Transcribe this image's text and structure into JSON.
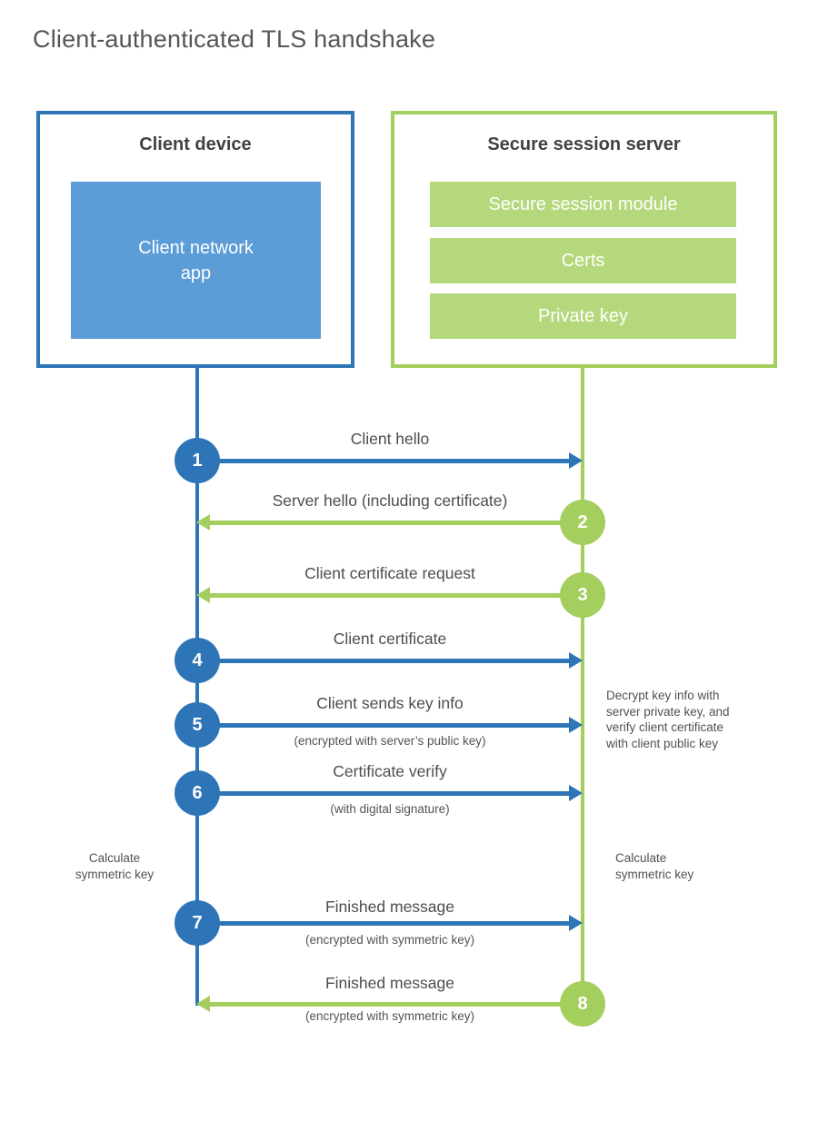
{
  "title": "Client-authenticated TLS handshake",
  "colors": {
    "blue": "#2e75b7",
    "blue_fill": "#5c9cd7",
    "green": "#a4ce5e",
    "green_fill": "#b5d87d",
    "text": "#4c4d4f"
  },
  "client": {
    "header": "Client device",
    "app_label": "Client network\napp"
  },
  "server": {
    "header": "Secure session server",
    "modules": [
      "Secure session module",
      "Certs",
      "Private key"
    ]
  },
  "messages": [
    {
      "num": "1",
      "from": "client",
      "label": "Client hello",
      "sub": ""
    },
    {
      "num": "2",
      "from": "server",
      "label": "Server hello (including certificate)",
      "sub": ""
    },
    {
      "num": "3",
      "from": "server",
      "label": "Client certificate request",
      "sub": ""
    },
    {
      "num": "4",
      "from": "client",
      "label": "Client certificate",
      "sub": ""
    },
    {
      "num": "5",
      "from": "client",
      "label": "Client sends key info",
      "sub": "(encrypted with server’s public key)"
    },
    {
      "num": "6",
      "from": "client",
      "label": "Certificate verify",
      "sub": "(with digital signature)"
    },
    {
      "num": "7",
      "from": "client",
      "label": "Finished message",
      "sub": "(encrypted with symmetric key)"
    },
    {
      "num": "8",
      "from": "server",
      "label": "Finished message",
      "sub": "(encrypted with symmetric key)"
    }
  ],
  "annotations": {
    "left_calc": "Calculate\nsymmetric key",
    "right_calc": "Calculate\nsymmetric key",
    "decrypt_note": "Decrypt key info with\nserver private key, and\nverify client certificate\nwith client public key"
  }
}
